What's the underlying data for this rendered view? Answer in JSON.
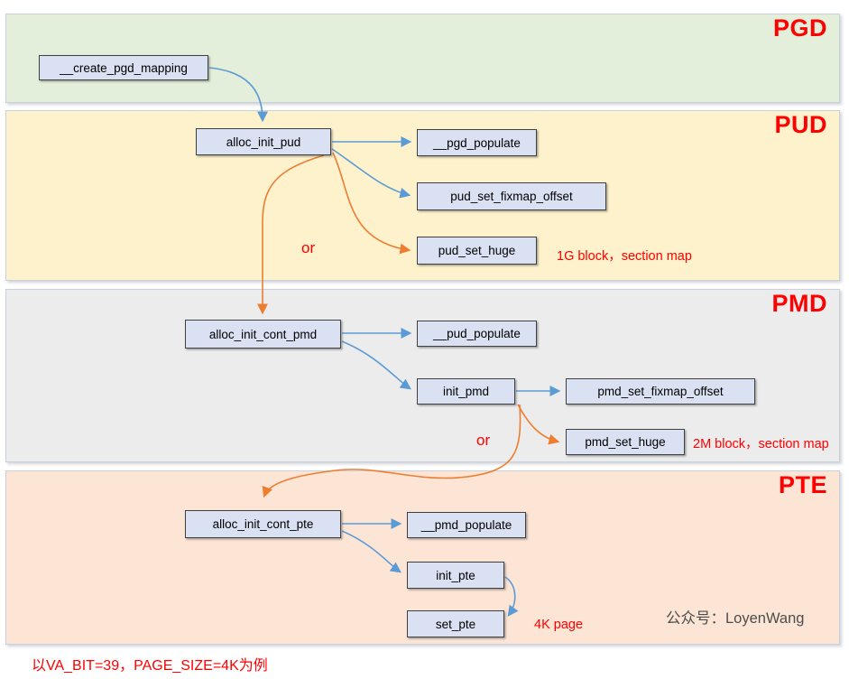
{
  "colors": {
    "band_pgd": "#e3efda",
    "band_pud": "#fef2cc",
    "band_pmd": "#ececec",
    "band_pte": "#fce5d5",
    "node_fill": "#d9e1f2",
    "node_border": "#404040",
    "arrow_blue": "#5b9bd5",
    "arrow_orange": "#ed7d31",
    "label_red": "#ff0000"
  },
  "bands": {
    "pgd": {
      "label": "PGD"
    },
    "pud": {
      "label": "PUD"
    },
    "pmd": {
      "label": "PMD"
    },
    "pte": {
      "label": "PTE"
    }
  },
  "nodes": {
    "create_pgd_mapping": {
      "label": "__create_pgd_mapping"
    },
    "alloc_init_pud": {
      "label": "alloc_init_pud"
    },
    "pgd_populate": {
      "label": "__pgd_populate"
    },
    "pud_set_fixmap_offset": {
      "label": "pud_set_fixmap_offset"
    },
    "pud_set_huge": {
      "label": "pud_set_huge"
    },
    "alloc_init_cont_pmd": {
      "label": "alloc_init_cont_pmd"
    },
    "pud_populate": {
      "label": "__pud_populate"
    },
    "init_pmd": {
      "label": "init_pmd"
    },
    "pmd_set_fixmap_offset": {
      "label": "pmd_set_fixmap_offset"
    },
    "pmd_set_huge": {
      "label": "pmd_set_huge"
    },
    "alloc_init_cont_pte": {
      "label": "alloc_init_cont_pte"
    },
    "pmd_populate": {
      "label": "__pmd_populate"
    },
    "init_pte": {
      "label": "init_pte"
    },
    "set_pte": {
      "label": "set_pte"
    }
  },
  "annotations": {
    "or_pud": "or",
    "or_pmd": "or",
    "note_1g": "1G block，section map",
    "note_2m": "2M block，section map",
    "note_4k": "4K page",
    "watermark": "公众号：LoyenWang",
    "footer": "以VA_BIT=39，PAGE_SIZE=4K为例"
  }
}
